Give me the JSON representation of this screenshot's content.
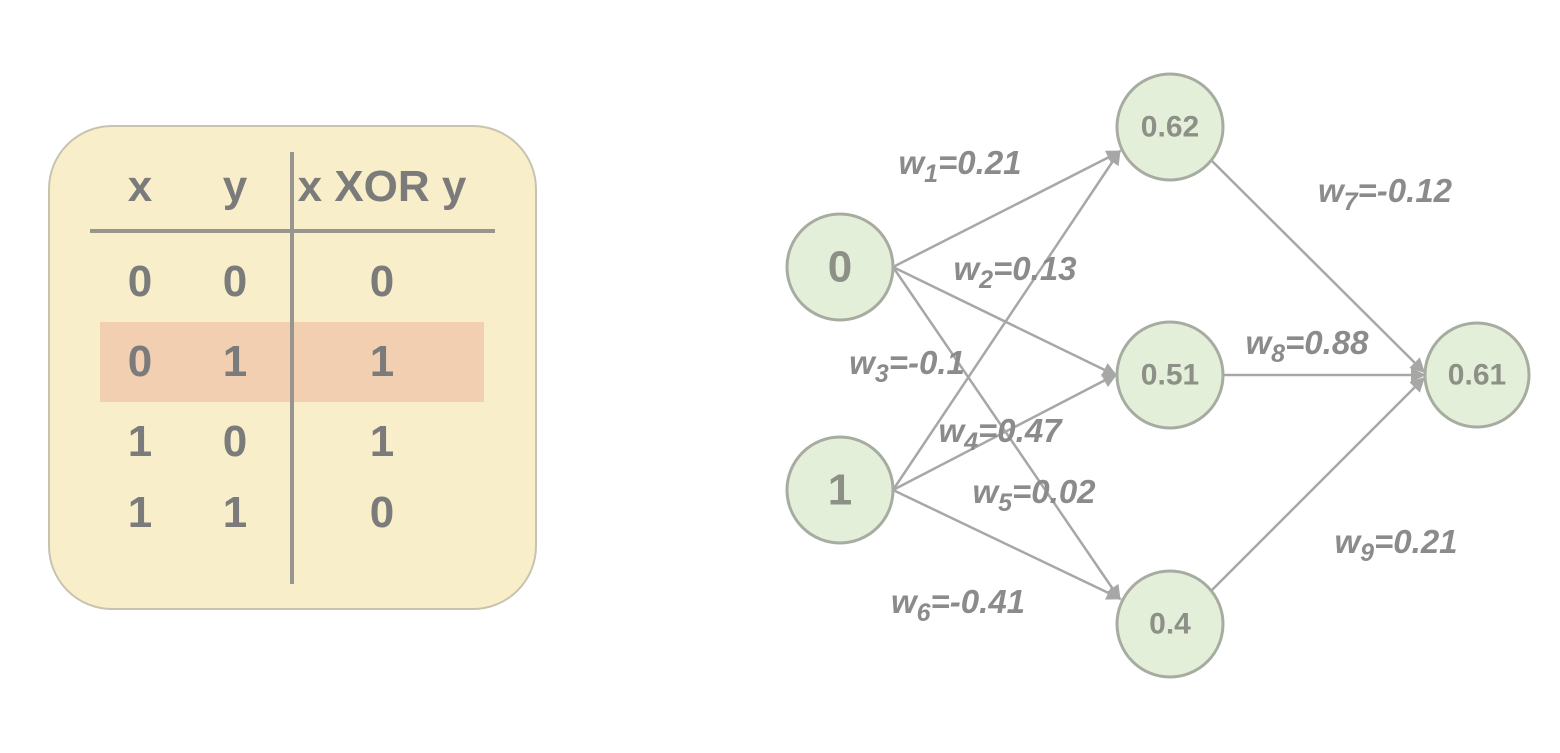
{
  "colors": {
    "panel_bg": "#f8eec9",
    "panel_border": "#c8c3ae",
    "highlight_bg": "#f3cfb2",
    "table_text": "#7b7b7b",
    "table_line": "#97958e",
    "node_fill": "#e4efda",
    "node_border": "#a7aca1",
    "node_text": "#8d9086",
    "edge": "#a7a7a6",
    "weight_text": "#8b8b8b"
  },
  "truth_table": {
    "headers": [
      "x",
      "y",
      "x XOR y"
    ],
    "rows": [
      [
        "0",
        "0",
        "0"
      ],
      [
        "0",
        "1",
        "1"
      ],
      [
        "1",
        "0",
        "1"
      ],
      [
        "1",
        "1",
        "0"
      ]
    ],
    "highlighted_row_index": 1
  },
  "network": {
    "input_nodes": [
      {
        "id": "input-0",
        "value": "0"
      },
      {
        "id": "input-1",
        "value": "1"
      }
    ],
    "hidden_nodes": [
      {
        "id": "hidden-1",
        "value": "0.62"
      },
      {
        "id": "hidden-2",
        "value": "0.51"
      },
      {
        "id": "hidden-3",
        "value": "0.4"
      }
    ],
    "output_node": {
      "id": "output-1",
      "value": "0.61"
    },
    "weights": [
      {
        "name": "w",
        "sub": "1",
        "value": "0.21",
        "from": "input-0",
        "to": "hidden-1"
      },
      {
        "name": "w",
        "sub": "2",
        "value": "0.13",
        "from": "input-0",
        "to": "hidden-2"
      },
      {
        "name": "w",
        "sub": "3",
        "value": "-0.1",
        "from": "input-0",
        "to": "hidden-3"
      },
      {
        "name": "w",
        "sub": "4",
        "value": "0.47",
        "from": "input-1",
        "to": "hidden-1"
      },
      {
        "name": "w",
        "sub": "5",
        "value": "0.02",
        "from": "input-1",
        "to": "hidden-2"
      },
      {
        "name": "w",
        "sub": "6",
        "value": "-0.41",
        "from": "input-1",
        "to": "hidden-3"
      },
      {
        "name": "w",
        "sub": "7",
        "value": "-0.12",
        "from": "hidden-1",
        "to": "output-1"
      },
      {
        "name": "w",
        "sub": "8",
        "value": "0.88",
        "from": "hidden-2",
        "to": "output-1"
      },
      {
        "name": "w",
        "sub": "9",
        "value": "0.21",
        "from": "hidden-3",
        "to": "output-1"
      }
    ]
  }
}
